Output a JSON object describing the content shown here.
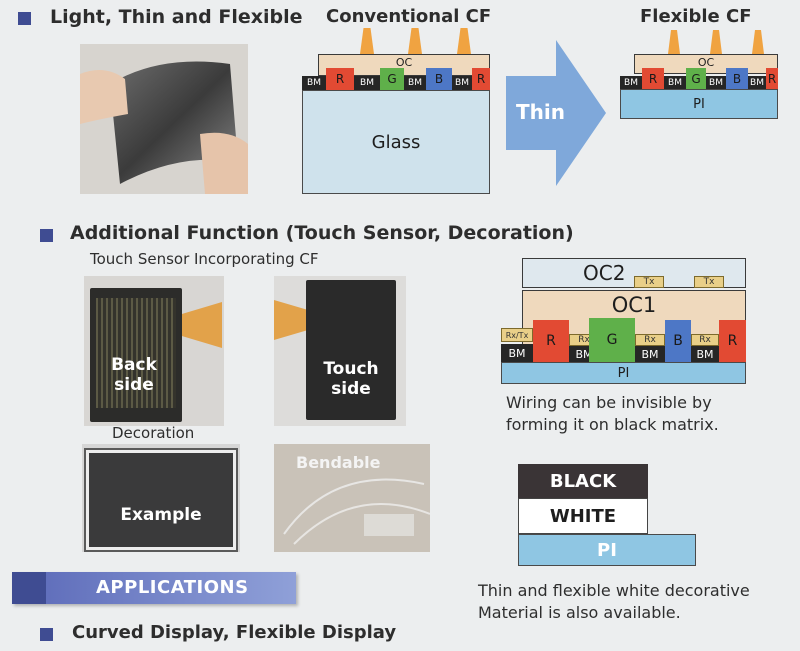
{
  "section1": {
    "heading": "Light, Thin and Flexible",
    "conventional_title": "Conventional CF",
    "flexible_title": "Flexible CF",
    "arrow_label": "Thin",
    "layers": {
      "oc": "OC",
      "bm": "BM",
      "r": "R",
      "g": "G",
      "b": "B",
      "glass": "Glass",
      "pi": "PI"
    }
  },
  "section2": {
    "heading": "Additional Function (Touch Sensor, Decoration)",
    "subheading": "Touch Sensor Incorporating CF",
    "photo_back": "Back side",
    "photo_back_l1": "Back",
    "photo_back_l2": "side",
    "photo_touch_l1": "Touch",
    "photo_touch_l2": "side",
    "decoration_label": "Decoration",
    "photo_example": "Example",
    "photo_bendable": "Bendable",
    "touch_diagram": {
      "oc2": "OC2",
      "oc1": "OC1",
      "tx": "Tx",
      "rx": "Rx",
      "rxtx": "Rx/Tx",
      "bm": "BM",
      "r": "R",
      "g": "G",
      "b": "B",
      "pi": "PI"
    },
    "wiring_note_l1": "Wiring can be invisible by",
    "wiring_note_l2": "forming it on black matrix.",
    "deco_diagram": {
      "black": "BLACK",
      "white": "WHITE",
      "pi": "PI"
    },
    "deco_note_l1": "Thin and flexible white decorative",
    "deco_note_l2": "Material is also available."
  },
  "applications": {
    "banner": "APPLICATIONS",
    "heading": "Curved Display, Flexible Display"
  }
}
